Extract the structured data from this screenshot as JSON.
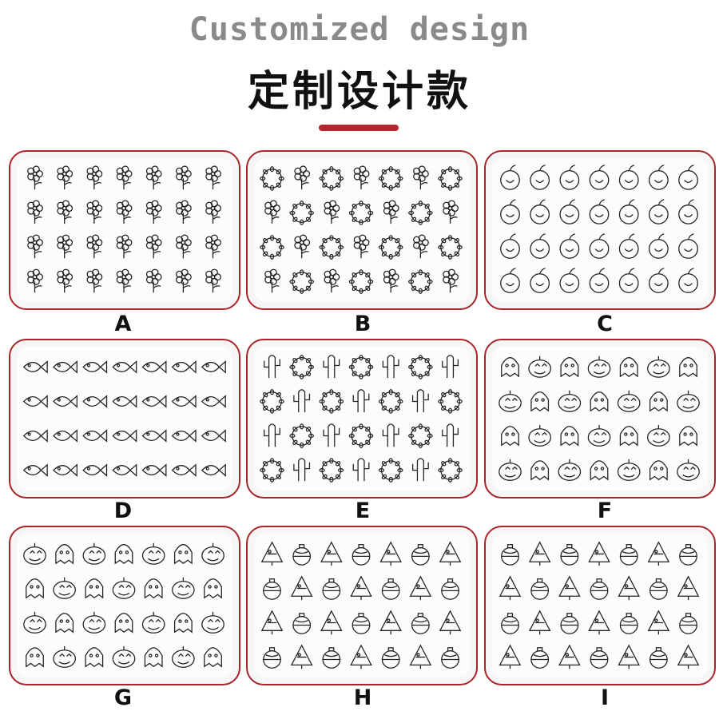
{
  "header": {
    "title_en": "Customized design",
    "title_cn": "定制设计款",
    "accent_color": "#b3262b"
  },
  "cards": [
    {
      "label": "A",
      "theme": "flowers-and-leaves-icon-set"
    },
    {
      "label": "B",
      "theme": "lilies-wreaths-flowers-icon-set"
    },
    {
      "label": "C",
      "theme": "fruits-and-vegetables-icon-set"
    },
    {
      "label": "D",
      "theme": "sea-creatures-icon-set"
    },
    {
      "label": "E",
      "theme": "boho-cactus-dreamcatcher-icon-set"
    },
    {
      "label": "F",
      "theme": "halloween-icon-set"
    },
    {
      "label": "G",
      "theme": "halloween-pumpkins-icon-set"
    },
    {
      "label": "H",
      "theme": "christmas-doodles-icon-set"
    },
    {
      "label": "I",
      "theme": "christmas-decorations-icon-set"
    }
  ],
  "colors": {
    "card_border": "#a8242a",
    "line_art": "#222222"
  }
}
